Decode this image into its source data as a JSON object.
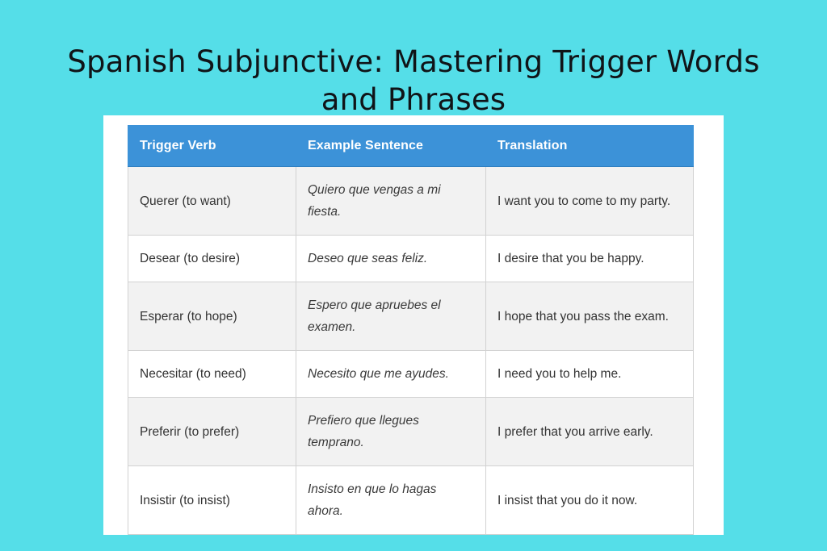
{
  "page": {
    "title": "Spanish Subjunctive: Mastering Trigger Words and Phrases",
    "background_color": "#55dee8",
    "card_color": "#ffffff"
  },
  "table": {
    "header_background": "#3c92d8",
    "header_text_color": "#ffffff",
    "alt_row_background": "#f2f2f2",
    "border_color": "#d2d2d2",
    "columns": [
      {
        "key": "trigger",
        "label": "Trigger Verb"
      },
      {
        "key": "example",
        "label": "Example Sentence"
      },
      {
        "key": "translation",
        "label": "Translation"
      }
    ],
    "rows": [
      {
        "trigger": "Querer (to want)",
        "example": "Quiero que vengas a mi fiesta.",
        "translation": "I want you to come to my party."
      },
      {
        "trigger": "Desear (to desire)",
        "example": "Deseo que seas feliz.",
        "translation": "I desire that you be happy."
      },
      {
        "trigger": "Esperar (to hope)",
        "example": "Espero que apruebes el examen.",
        "translation": "I hope that you pass the exam."
      },
      {
        "trigger": "Necesitar (to need)",
        "example": "Necesito que me ayudes.",
        "translation": "I need you to help me."
      },
      {
        "trigger": "Preferir (to prefer)",
        "example": "Prefiero que llegues temprano.",
        "translation": "I prefer that you arrive early."
      },
      {
        "trigger": "Insistir (to insist)",
        "example": "Insisto en que lo hagas ahora.",
        "translation": "I insist that you do it now."
      }
    ]
  }
}
